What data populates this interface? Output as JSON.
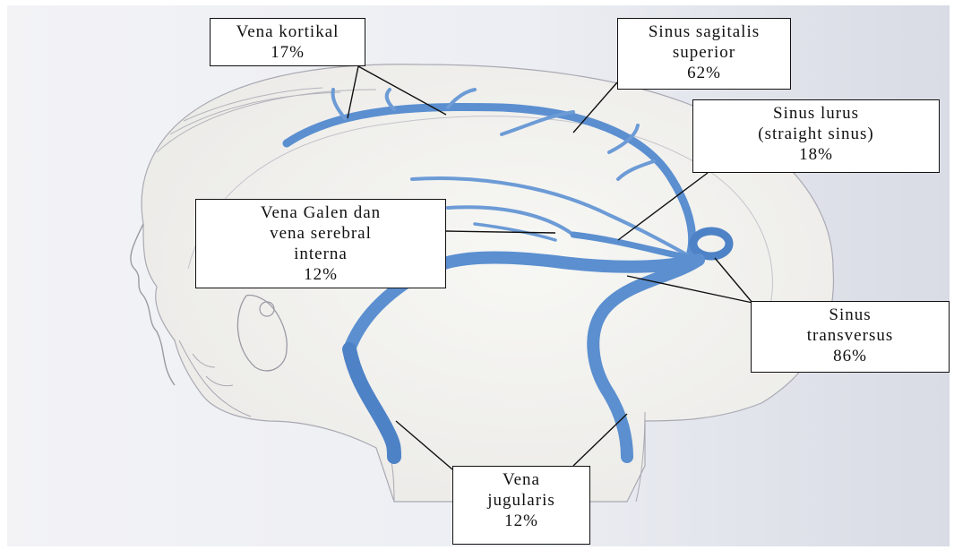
{
  "labels": {
    "kortikal": {
      "line1": "Vena kortikal",
      "line2": "17%"
    },
    "sagitalis": {
      "line1": "Sinus sagitalis",
      "line2": "superior",
      "line3": "62%"
    },
    "lurus": {
      "line1": "Sinus lurus",
      "line2": "(straight sinus)",
      "line3": "18%"
    },
    "galen": {
      "line1": "Vena Galen dan",
      "line2": "vena serebral",
      "line3": "interna",
      "line4": "12%"
    },
    "transversus": {
      "line1": "Sinus",
      "line2": "transversus",
      "line3": "86%"
    },
    "jugularis": {
      "line1": "Vena",
      "line2": "jugularis",
      "line3": "12%"
    }
  },
  "colors": {
    "vein": "#5b8fd0",
    "vein_dark": "#3e72b8",
    "background": "#e7e8ee",
    "sketch": "#9a9aa4",
    "leader": "#111111"
  }
}
